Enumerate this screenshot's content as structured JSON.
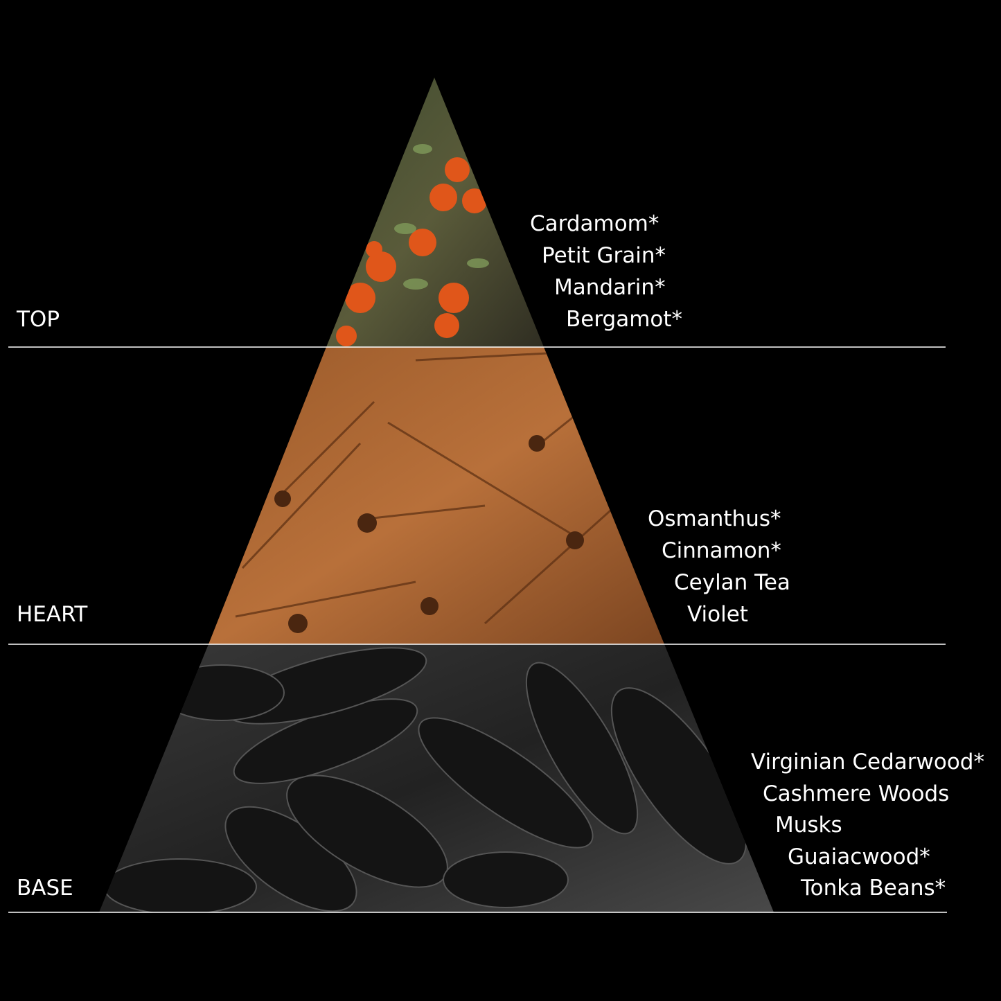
{
  "tiers": [
    {
      "label": "TOP",
      "notes": [
        "Cardamom*",
        "Petit Grain*",
        "Mandarin*",
        "Bergamot*"
      ],
      "image": "mandarin-orange-branch"
    },
    {
      "label": "HEART",
      "notes": [
        "Osmanthus*",
        "Cinnamon*",
        "Ceylan Tea",
        "Violet"
      ],
      "image": "cinnamon-sticks"
    },
    {
      "label": "BASE",
      "notes": [
        "Virginian Cedarwood*",
        "Cashmere Woods",
        "Musks",
        "Guaiacwood*",
        "Tonka Beans*"
      ],
      "image": "tonka-beans"
    }
  ],
  "colors": {
    "background": "#000000",
    "text": "#ffffff",
    "divider": "#ffffff"
  }
}
